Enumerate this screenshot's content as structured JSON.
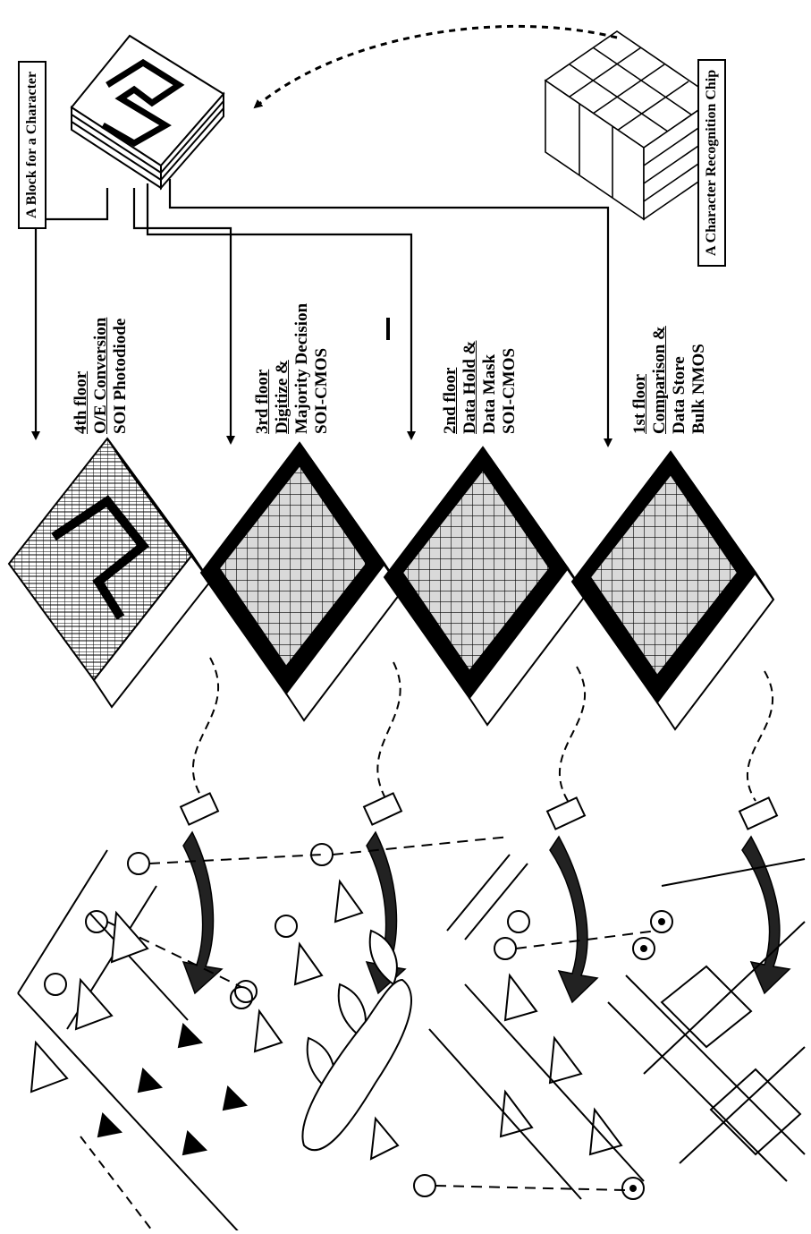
{
  "labels": {
    "block_for_character": "A Block for a Character",
    "recognition_chip": "A Character Recognition Chip"
  },
  "floors": [
    {
      "title": "4th floor",
      "lines": [
        "O/E Conversion",
        "SOI Photodiode"
      ]
    },
    {
      "title": "3rd floor",
      "lines": [
        "Digitize &",
        "Majority Decision",
        "SOI-CMOS"
      ]
    },
    {
      "title": "2nd floor",
      "lines": [
        "Data Hold &",
        "Data Mask",
        "SOI-CMOS"
      ]
    },
    {
      "title": "1st floor",
      "lines": [
        "Comparison &",
        "Data Store",
        "Bulk NMOS"
      ]
    }
  ]
}
